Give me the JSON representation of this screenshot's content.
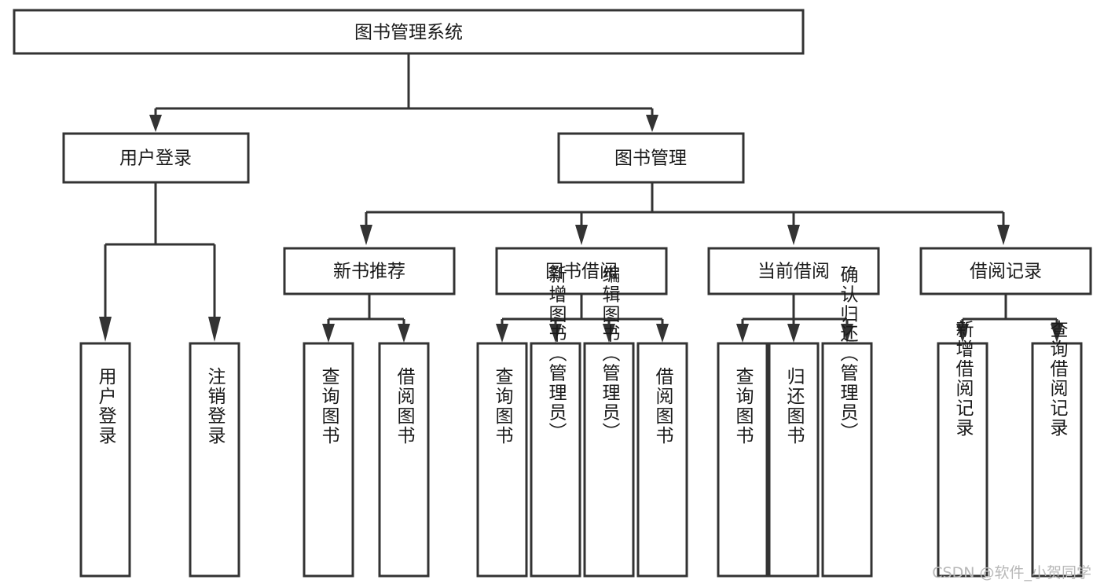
{
  "diagram": {
    "title": "图书管理系统",
    "type": "tree-hierarchy-chart",
    "watermark": "CSDN @软件_小贺同学",
    "colors": {
      "background": "#ffffff",
      "box_fill": "#ffffff",
      "box_stroke": "#333333",
      "text": "#1a1a1a",
      "watermark": "#b8b8b8"
    },
    "nodes": {
      "root": {
        "label": "图书管理系统",
        "level": 1,
        "orientation": "horizontal"
      },
      "user_login": {
        "label": "用户登录",
        "level": 2,
        "orientation": "horizontal"
      },
      "book_manage": {
        "label": "图书管理",
        "level": 2,
        "orientation": "horizontal"
      },
      "new_book_rec": {
        "label": "新书推荐",
        "level": 3,
        "orientation": "horizontal"
      },
      "book_borrow": {
        "label": "图书借阅",
        "level": 3,
        "orientation": "horizontal"
      },
      "current_borrow": {
        "label": "当前借阅",
        "level": 3,
        "orientation": "horizontal"
      },
      "borrow_record": {
        "label": "借阅记录",
        "level": 3,
        "orientation": "horizontal"
      },
      "leaf_user_login": {
        "label": "用户登录",
        "level": 4,
        "orientation": "vertical"
      },
      "leaf_logout": {
        "label": "注销登录",
        "level": 4,
        "orientation": "vertical"
      },
      "leaf_query_book_1": {
        "label": "查询图书",
        "level": 4,
        "orientation": "vertical"
      },
      "leaf_borrow_book_1": {
        "label": "借阅图书",
        "level": 4,
        "orientation": "vertical"
      },
      "leaf_query_book_2": {
        "label": "查询图书",
        "level": 4,
        "orientation": "vertical"
      },
      "leaf_add_book": {
        "label": "新增图书（管理员）",
        "level": 4,
        "orientation": "vertical"
      },
      "leaf_edit_book": {
        "label": "编辑图书（管理员）",
        "level": 4,
        "orientation": "vertical"
      },
      "leaf_borrow_book_2": {
        "label": "借阅图书",
        "level": 4,
        "orientation": "vertical"
      },
      "leaf_query_book_3": {
        "label": "查询图书",
        "level": 4,
        "orientation": "vertical"
      },
      "leaf_return_book": {
        "label": "归还图书",
        "level": 4,
        "orientation": "vertical"
      },
      "leaf_confirm_return": {
        "label": "确认归还（管理员）",
        "level": 4,
        "orientation": "vertical"
      },
      "leaf_add_record": {
        "label": "新增借阅记录",
        "level": 4,
        "orientation": "vertical"
      },
      "leaf_query_record": {
        "label": "查询借阅记录",
        "level": 4,
        "orientation": "vertical"
      }
    },
    "edges": [
      {
        "from": "root",
        "to": "user_login"
      },
      {
        "from": "root",
        "to": "book_manage"
      },
      {
        "from": "user_login",
        "to": "leaf_user_login"
      },
      {
        "from": "user_login",
        "to": "leaf_logout"
      },
      {
        "from": "book_manage",
        "to": "new_book_rec"
      },
      {
        "from": "book_manage",
        "to": "book_borrow"
      },
      {
        "from": "book_manage",
        "to": "current_borrow"
      },
      {
        "from": "book_manage",
        "to": "borrow_record"
      },
      {
        "from": "new_book_rec",
        "to": "leaf_query_book_1"
      },
      {
        "from": "new_book_rec",
        "to": "leaf_borrow_book_1"
      },
      {
        "from": "book_borrow",
        "to": "leaf_query_book_2"
      },
      {
        "from": "book_borrow",
        "to": "leaf_add_book"
      },
      {
        "from": "book_borrow",
        "to": "leaf_edit_book"
      },
      {
        "from": "book_borrow",
        "to": "leaf_borrow_book_2"
      },
      {
        "from": "current_borrow",
        "to": "leaf_query_book_3"
      },
      {
        "from": "current_borrow",
        "to": "leaf_return_book"
      },
      {
        "from": "current_borrow",
        "to": "leaf_confirm_return"
      },
      {
        "from": "borrow_record",
        "to": "leaf_add_record"
      },
      {
        "from": "borrow_record",
        "to": "leaf_query_record"
      }
    ]
  }
}
